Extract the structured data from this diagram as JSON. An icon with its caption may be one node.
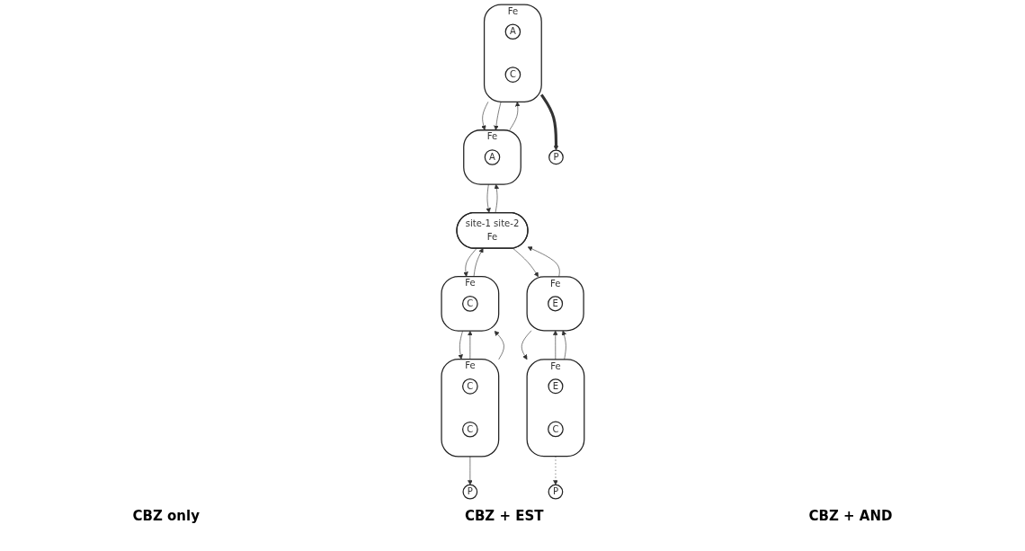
{
  "diagram": {
    "nodes": [
      {
        "text": [
          "site-1 site-2",
          "Fe"
        ]
      },
      {
        "text": [
          "Fe"
        ]
      },
      {
        "text": [
          "C"
        ],
        "in": 1
      },
      {
        "text": [
          "P"
        ]
      },
      {
        "text": [
          "Fe"
        ]
      },
      {
        "text": [
          "E"
        ],
        "in": 4
      },
      {
        "text": [
          "P"
        ]
      },
      {
        "text": [
          "Fe"
        ]
      },
      {
        "text": [
          "A"
        ],
        "in": 7
      },
      {
        "text": [
          "P"
        ]
      },
      {
        "text": [
          "Fe"
        ]
      },
      {
        "text": [
          "C"
        ],
        "in": 10
      },
      {
        "text": [
          "C"
        ],
        "in": 10
      },
      {
        "text": [
          "Fe"
        ]
      },
      {
        "text": [
          "E"
        ],
        "in": 13
      },
      {
        "text": [
          "C"
        ],
        "in": 13
      },
      {
        "text": [
          "Fe"
        ]
      },
      {
        "text": [
          "A"
        ],
        "in": 16
      },
      {
        "text": [
          "C"
        ],
        "in": 16
      }
    ],
    "edges": [
      {
        "from": 0,
        "to": 1,
        "arrow": "to"
      },
      {
        "from": 1,
        "to": 0,
        "arrow": "to"
      },
      {
        "from": 0,
        "to": 4,
        "arrow": "to"
      },
      {
        "from": 4,
        "to": 0,
        "arrow": "to"
      },
      {
        "from": 0,
        "to": 7,
        "arrow": "to"
      },
      {
        "from": 7,
        "to": 0,
        "arrow": "to"
      },
      {
        "from": 1,
        "to": 10,
        "arrow": "to"
      },
      {
        "from": 10,
        "to": 1,
        "arrow": "to"
      },
      {
        "from": 4,
        "to": 13,
        "arrow": "to"
      },
      {
        "from": 13,
        "to": 4,
        "arrow": "to"
      },
      {
        "from": 7,
        "to": 16,
        "arrow": "to"
      },
      {
        "from": 16,
        "to": 7,
        "arrow": "to"
      },
      {
        "from": 10,
        "to": 1,
        "arrow": "to"
      },
      {
        "from": 10,
        "to": 3,
        "arrow": "to"
      },
      {
        "from": 13,
        "to": 4,
        "arrow": "to"
      },
      {
        "from": 13,
        "to": 6,
        "arrow": "to",
        "style": "dashed"
      },
      {
        "from": 16,
        "to": 7,
        "arrow": "to"
      },
      {
        "from": 16,
        "to": 9,
        "arrow": "to",
        "style": "thick"
      }
    ],
    "labels": [
      "CBZ only",
      "CBZ + EST",
      "CBZ + AND"
    ]
  }
}
